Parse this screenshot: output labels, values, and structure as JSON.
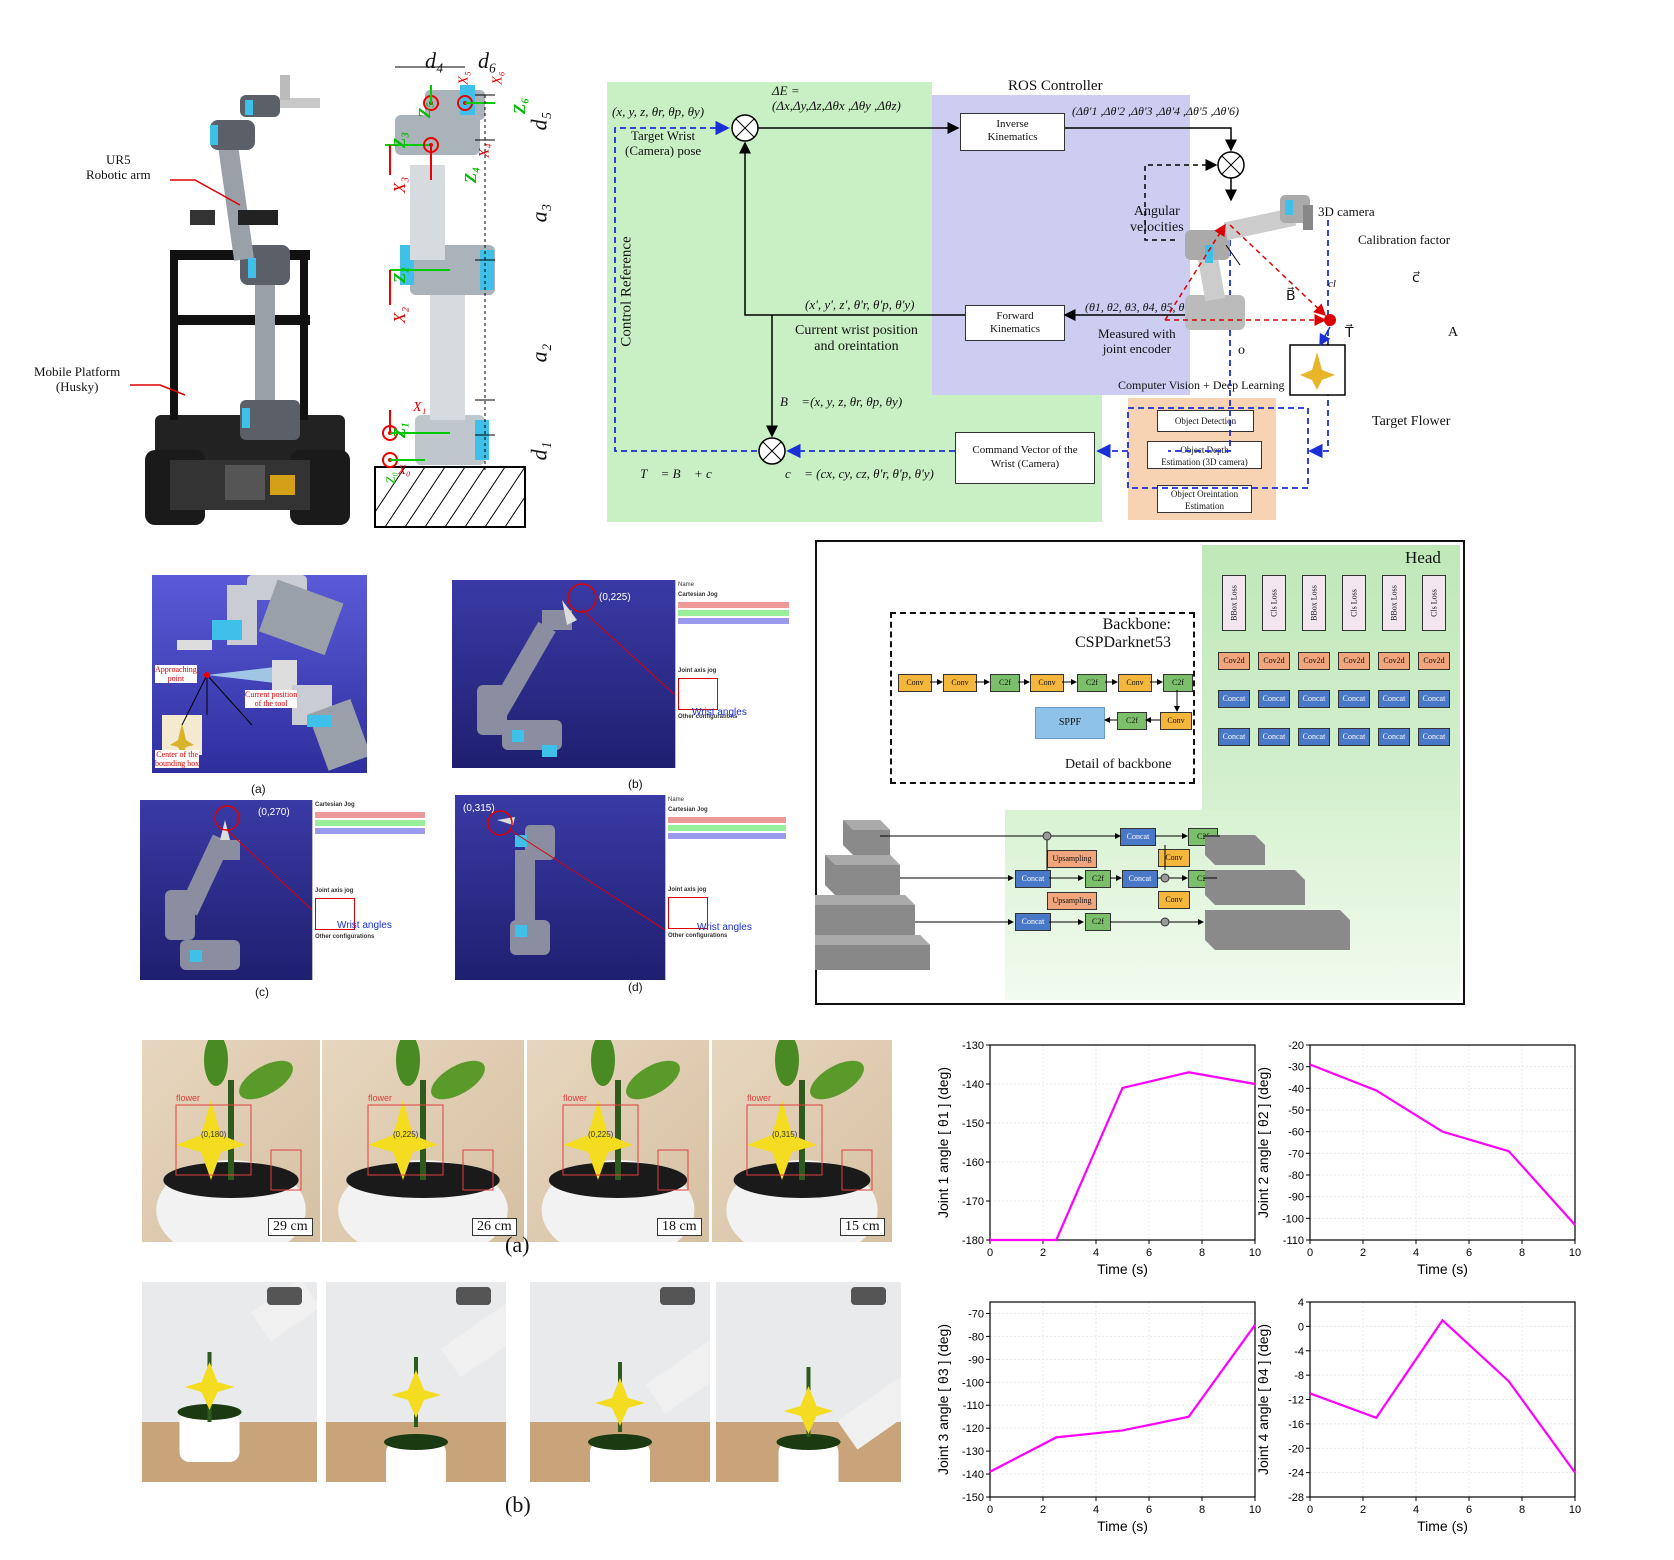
{
  "fig1": {
    "photo_labels": {
      "ur5": "UR5\nRobotic arm",
      "husky": "Mobile Platform\n(Husky)"
    },
    "dh": {
      "d4": "d₄",
      "d6": "d₆",
      "d5": "d₅",
      "a3": "a₃",
      "a2": "a₂",
      "d1": "d₁",
      "z1": "Z₁",
      "z2": "Z₂",
      "z3": "Z₃",
      "z4": "Z₄",
      "z5": "Z₅",
      "z6": "Z₆",
      "x1": "X₁",
      "x2": "X₂",
      "x3": "X₃",
      "x4": "X₄",
      "x5": "X₅",
      "x6": "X₆",
      "z0": "Z₀",
      "x0": "X₀"
    },
    "control": {
      "ros_title": "ROS Controller",
      "target_pose_vec": "(x, y, z, θr, θp, θy)",
      "target_pose": "Target Wrist\n(Camera) pose",
      "delta_e": "ΔE =\n(Δx,Δy,Δz,Δθx ,Δθy ,Δθz)",
      "ik": "Inverse\nKinematics",
      "dtheta": "(Δθ'1 ,Δθ'2 ,Δθ'3 ,Δθ'4 ,Δθ'5 ,Δθ'6)",
      "angular": "Angular\nvelocities",
      "camera3d": "3D camera",
      "calib": "Calibration factor",
      "control_ref": "Control Reference",
      "current_vec": "(x', y', z', θ'r, θ'p, θ'y)",
      "current": "Current wrist position\nand oreintation",
      "fk": "Forward\nKinematics",
      "measured_vec": "(θ1, θ2, θ3, θ4, θ5, θ6)",
      "measured": "Measured with\njoint encoder",
      "b_vec": "B⃗ =(x, y, z, θr, θp, θy)",
      "t_eq": "T⃗ = B⃗ + c⃗",
      "c_vec": "c⃗ = (cx, cy, cz, θ'r, θ'p, θ'y)",
      "cmd": "Command Vector of the\nWrist (Camera)",
      "cv_title": "Computer Vision + Deep Learning",
      "cv1": "Object Detection",
      "cv2": "Object Depth\nEstimation (3D camera)",
      "cv3": "Object Oreintation\nEstimation",
      "vB": "B⃗",
      "vT": "T⃗",
      "vc": "c⃗",
      "cl": "cl",
      "o": "o",
      "A": "A",
      "target_flower": "Target Flower"
    }
  },
  "fig2": {
    "a_labels": {
      "approach": "Approaching\npoint",
      "center": "Center of the\nbounding box",
      "current": "Current position\nof the tool"
    },
    "coords": {
      "b": "(0,225)",
      "c": "(0,270)",
      "d": "(0,315)"
    },
    "wrist": "Wrist angles",
    "panel": {
      "cart": "Cartesian Jog",
      "joint": "Joint axis jog",
      "other": "Other configurations",
      "name": "Name"
    },
    "captions": {
      "a": "(a)",
      "b": "(b)",
      "c": "(c)",
      "d": "(d)"
    }
  },
  "fig3": {
    "head": "Head",
    "backbone": "Backbone:\nCSPDarknet53",
    "detail": "Detail of backbone",
    "losses": [
      "BBox Loss",
      "Cls Loss",
      "BBox Loss",
      "Cls Loss",
      "BBox Loss",
      "Cls Loss"
    ],
    "cov": "Cov2d",
    "concat": "Concat",
    "conv": "Conv",
    "c2f": "C2f",
    "sppf": "SPPF",
    "upsampling": "Upsampling"
  },
  "fig4": {
    "distances": [
      "29 cm",
      "26 cm",
      "18 cm",
      "15 cm"
    ],
    "flower": "flower",
    "coords": [
      "(0,180)",
      "(0,225)",
      "(0,225)",
      "(0,315)"
    ],
    "caption_a": "(a)",
    "caption_b": "(b)"
  },
  "chart_data": [
    {
      "type": "line",
      "x": [
        0,
        2.5,
        5,
        7.5,
        10
      ],
      "values": [
        -180,
        -180,
        -141,
        -137,
        -140
      ],
      "xlabel": "Time (s)",
      "ylabel": "Joint 1 angle [ θ1 ] (deg)",
      "xlim": [
        0,
        10
      ],
      "ylim": [
        -180,
        -130
      ],
      "xticks": [
        0,
        2,
        4,
        6,
        8,
        10
      ],
      "yticks": [
        -180,
        -170,
        -160,
        -150,
        -140,
        -130
      ],
      "color": "#ff00ff"
    },
    {
      "type": "line",
      "x": [
        0,
        2.5,
        5,
        7.5,
        10
      ],
      "values": [
        -29,
        -41,
        -60,
        -69,
        -103
      ],
      "xlabel": "Time (s)",
      "ylabel": "Joint 2 angle [ θ2 ] (deg)",
      "xlim": [
        0,
        10
      ],
      "ylim": [
        -110,
        -20
      ],
      "xticks": [
        0,
        2,
        4,
        6,
        8,
        10
      ],
      "yticks": [
        -20,
        -30,
        -40,
        -50,
        -60,
        -70,
        -80,
        -90,
        -100,
        -110
      ],
      "color": "#ff00ff"
    },
    {
      "type": "line",
      "x": [
        0,
        2.5,
        5,
        7.5,
        10
      ],
      "values": [
        -139,
        -124,
        -121,
        -115,
        -75
      ],
      "xlabel": "Time (s)",
      "ylabel": "Joint 3 angle [ θ3 ] (deg)",
      "xlim": [
        0,
        10
      ],
      "ylim": [
        -150,
        -65
      ],
      "xticks": [
        0,
        2,
        4,
        6,
        8,
        10
      ],
      "yticks": [
        -70,
        -80,
        -90,
        -100,
        -110,
        -120,
        -130,
        -140,
        -150
      ],
      "color": "#ff00ff"
    },
    {
      "type": "line",
      "x": [
        0,
        2.5,
        5,
        7.5,
        10
      ],
      "values": [
        -11,
        -15,
        1,
        -9,
        -24
      ],
      "xlabel": "Time (s)",
      "ylabel": "Joint 4 angle [ θ4 ] (deg)",
      "xlim": [
        0,
        10
      ],
      "ylim": [
        -28,
        4
      ],
      "xticks": [
        0,
        2,
        4,
        6,
        8,
        10
      ],
      "yticks": [
        4,
        0,
        -4,
        -8,
        -12,
        -16,
        -20,
        -24,
        -28
      ],
      "color": "#ff00ff"
    }
  ]
}
